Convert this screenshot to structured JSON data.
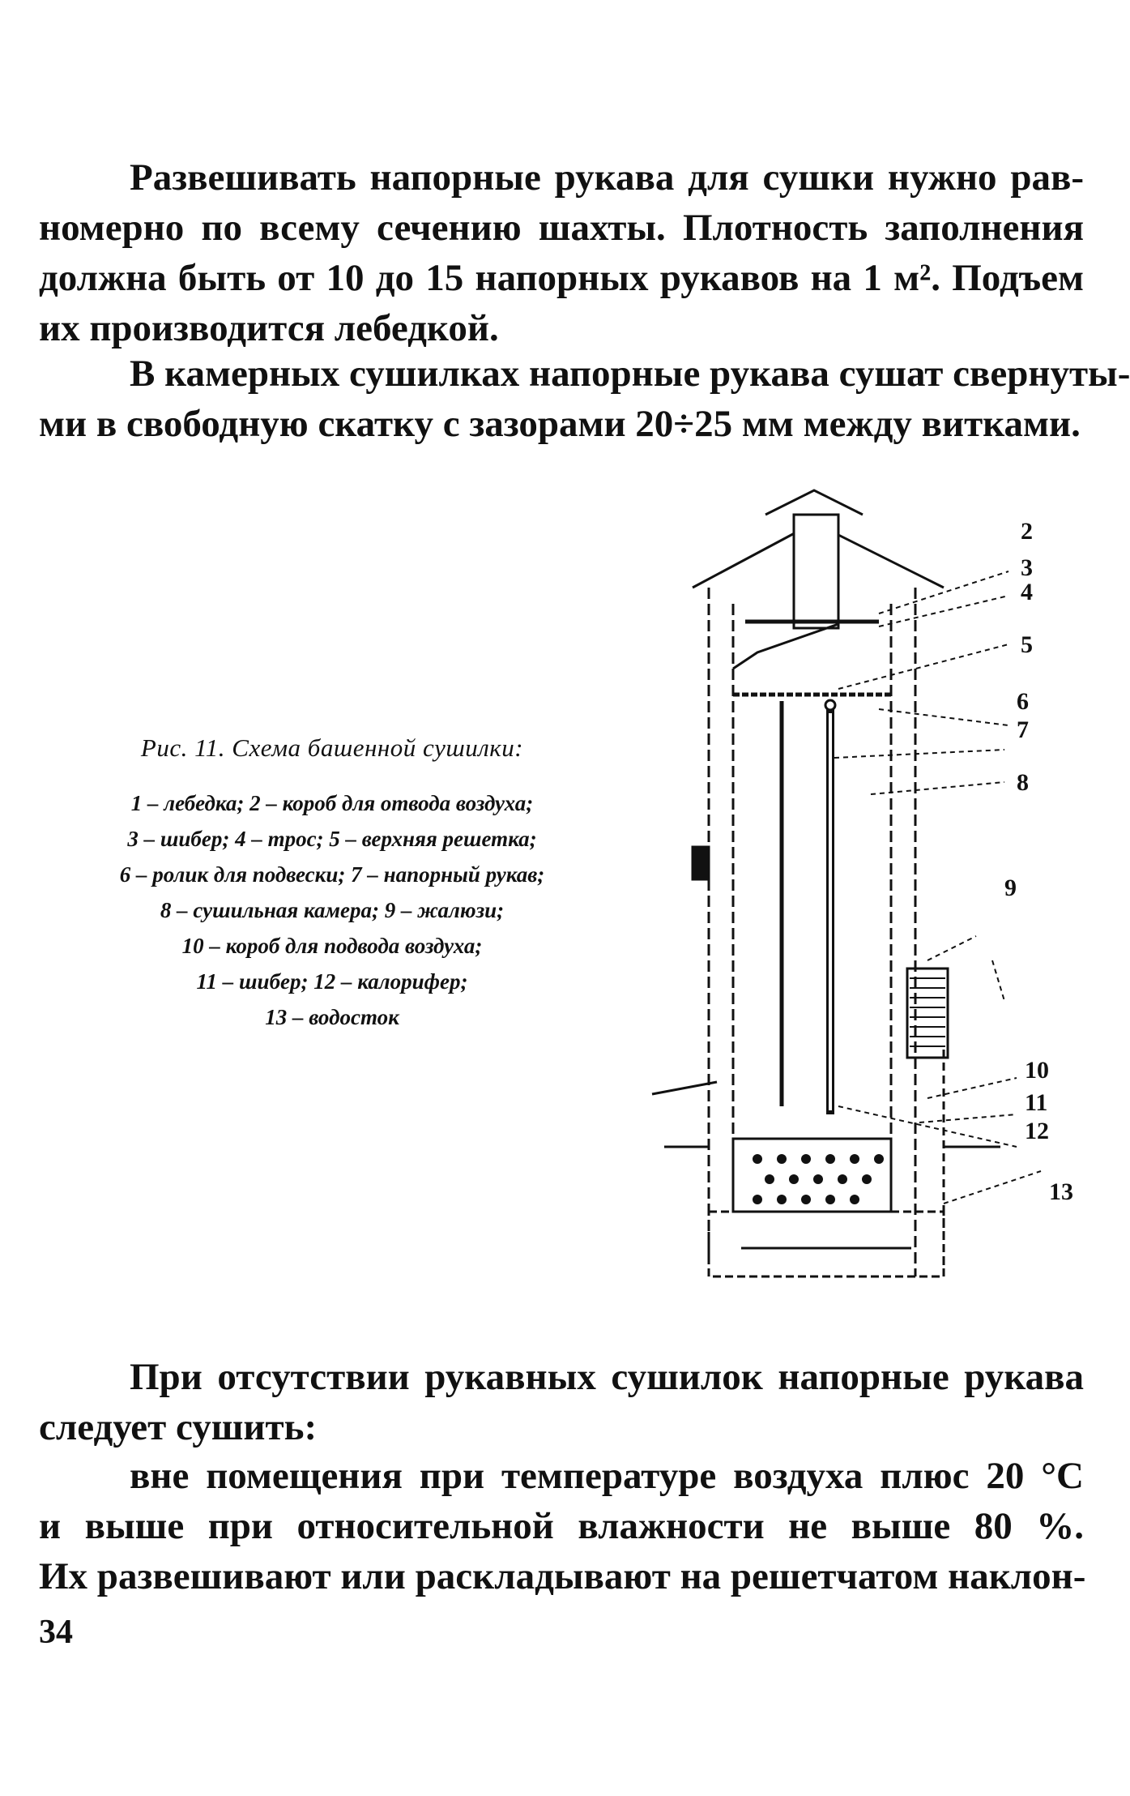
{
  "paragraph1": {
    "lines": [
      "Развешивать напорные рукава для сушки нужно рав-",
      "номерно по всему сечению шахты. Плотность заполнения",
      "должна быть от 10 до 15 напорных рукавов на 1 м². Подъем",
      "их производится лебедкой."
    ]
  },
  "paragraph2": {
    "lines": [
      "В камерных сушилках напорные рукава сушат свернуты-",
      "ми в свободную скатку с зазорами 20÷25 мм между витками."
    ]
  },
  "figure": {
    "title": "Рис. 11. Схема башенной сушилки:",
    "legend_lines": [
      "1 – лебедка; 2 – короб для отвода воздуха;",
      "3 – шибер; 4 – трос; 5 – верхняя решетка;",
      "6 – ролик для подвески; 7 – напорный рукав;",
      "8 – сушильная камера; 9 – жалюзи;",
      "10 – короб для подвода воздуха;",
      "11 – шибер; 12 – калорифер;",
      "13 – водосток"
    ],
    "callouts": [
      "2",
      "3",
      "4",
      "5",
      "6",
      "7",
      "8",
      "9",
      "10",
      "11",
      "12",
      "13"
    ]
  },
  "paragraph3": {
    "lines": [
      "При отсутствии рукавных сушилок напорные рукава",
      "следует сушить:"
    ]
  },
  "paragraph4": {
    "lines": [
      "вне помещения при температуре воздуха плюс 20 °С",
      "и выше при относительной влажности не выше 80 %.",
      "Их развешивают или раскладывают на решетчатом наклон-"
    ]
  },
  "page_number": "34"
}
